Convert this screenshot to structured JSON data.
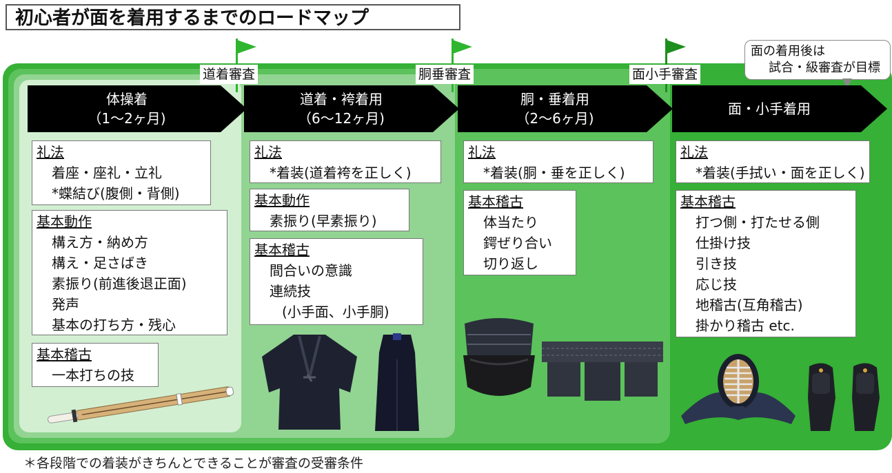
{
  "title": "初心者が面を着用するまでのロードマップ",
  "checkpoints": [
    {
      "label": "道着審査"
    },
    {
      "label": "胴垂審査"
    },
    {
      "label": "面小手審査"
    }
  ],
  "stages": [
    {
      "line1": "体操着",
      "line2": "（1～2ヶ月)"
    },
    {
      "line1": "道着・袴着用",
      "line2": "（6～12ヶ月)"
    },
    {
      "line1": "胴・垂着用",
      "line2": "（2～6ヶ月)"
    },
    {
      "line1": "面・小手着用",
      "line2": ""
    }
  ],
  "stage1": {
    "reihou": {
      "head": "礼法",
      "items": [
        "着座・座礼・立礼",
        "*蝶結び(腹側・背側)"
      ]
    },
    "kihon_dousa": {
      "head": "基本動作",
      "items": [
        "構え方・納め方",
        "構え・足さばき",
        "素振り(前進後退正面)",
        "発声",
        "基本の打ち方・残心"
      ]
    },
    "kihon_keiko": {
      "head": "基本稽古",
      "items": [
        "一本打ちの技"
      ]
    }
  },
  "stage2": {
    "reihou": {
      "head": "礼法",
      "items": [
        "*着装(道着袴を正しく)"
      ]
    },
    "kihon_dousa": {
      "head": "基本動作",
      "items": [
        "素振り(早素振り)"
      ]
    },
    "kihon_keiko": {
      "head": "基本稽古",
      "items": [
        "間合いの意識",
        "連続技"
      ],
      "sub": "(小手面、小手胴)"
    }
  },
  "stage3": {
    "reihou": {
      "head": "礼法",
      "items": [
        "*着装(胴・垂を正しく)"
      ]
    },
    "kihon_keiko": {
      "head": "基本稽古",
      "items": [
        "体当たり",
        "鍔ぜり合い",
        "切り返し"
      ]
    }
  },
  "stage4": {
    "reihou": {
      "head": "礼法",
      "items": [
        "*着装(手拭い・面を正しく)"
      ]
    },
    "kihon_keiko": {
      "head": "基本稽古",
      "items": [
        "打つ側・打たせる側",
        "仕掛け技",
        "引き技",
        "応じ技",
        "地稽古(互角稽古)",
        "掛かり稽古 etc."
      ]
    }
  },
  "note": {
    "line1": "面の着用後は",
    "line2": "試合・級審査が目標"
  },
  "footer": "＊各段階での着装がきちんとできることが審査の受審条件",
  "colors": {
    "outer": "#36b036",
    "mid": "#5cc25c",
    "inner": "#92d492",
    "innermost": "#d2efd2",
    "flag": "#2fb52f"
  },
  "images": [
    "shinai",
    "dogi",
    "hakama",
    "do",
    "tare",
    "men",
    "kote"
  ]
}
